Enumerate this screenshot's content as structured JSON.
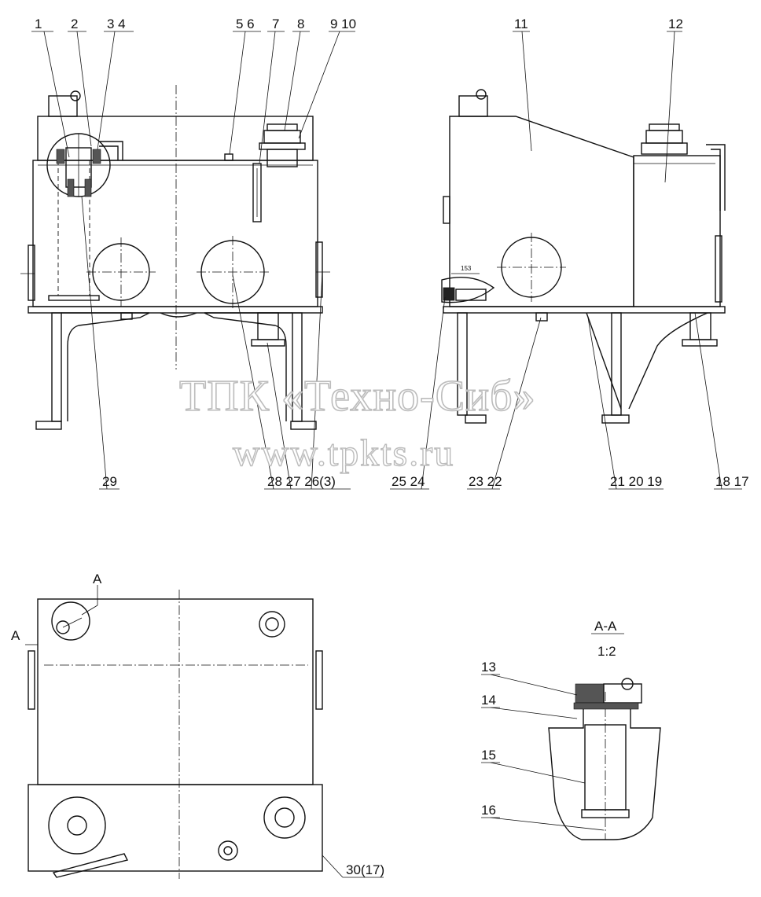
{
  "drawing": {
    "callouts_top": [
      "1",
      "2",
      "3 4",
      "5 6",
      "7",
      "8",
      "9 10",
      "11",
      "12"
    ],
    "callouts_bottom": [
      "29",
      "28 27 26(3)",
      "25 24",
      "23 22",
      "21 20 19",
      "18 17"
    ],
    "callout_plan": "30(17)",
    "dim_153": "153",
    "section_mark": "A",
    "section_title": "A-A",
    "section_scale": "1:2",
    "section_callouts": [
      "13",
      "14",
      "15",
      "16"
    ]
  },
  "watermark": {
    "line1": "ТПК «Техно-Сиб»",
    "line2": "www.tpkts.ru"
  }
}
